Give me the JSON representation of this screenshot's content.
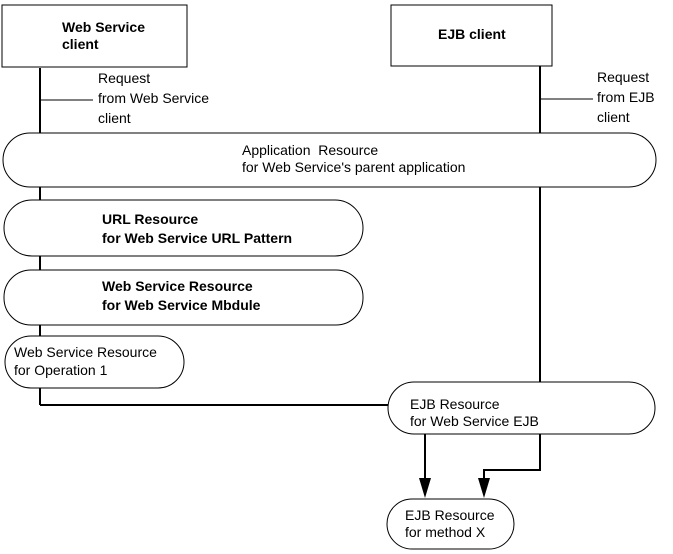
{
  "nodes": {
    "web_service_client": [
      "Web Service",
      "client"
    ],
    "ejb_client": [
      "EJB client"
    ],
    "application_resource": [
      "Application  Resource",
      "for Web Service's parent application"
    ],
    "url_resource": [
      "URL Resource",
      "for Web Service URL Pattern"
    ],
    "web_service_resource": [
      "Web Service Resource",
      "for Web Service Mbdule"
    ],
    "operation_resource": [
      "Web Service Resource",
      "for Operation 1"
    ],
    "ejb_resource": [
      "EJB Resource",
      "for Web Service EJB"
    ],
    "method_resource": [
      "EJB Resource",
      "for method X"
    ]
  },
  "labels": {
    "request_web_service": [
      "Request",
      "from Web Service",
      "client"
    ],
    "request_ejb": [
      "Request",
      "from EJB",
      "client"
    ]
  }
}
